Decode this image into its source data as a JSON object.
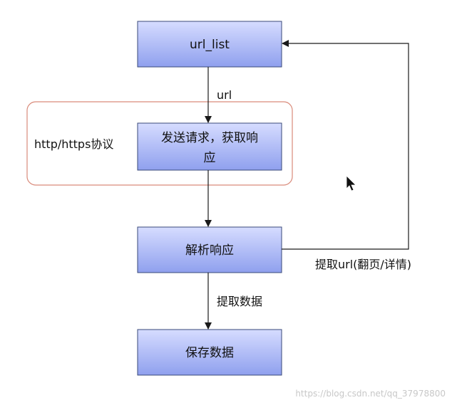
{
  "diagram": {
    "nodes": {
      "url_list": "url_list",
      "send_request_line1": "发送请求，获取响",
      "send_request_line2": "应",
      "parse_response": "解析响应",
      "save_data": "保存数据"
    },
    "edge_labels": {
      "url": "url",
      "extract_data": "提取数据",
      "extract_url": "提取url(翻页/详情)"
    },
    "group_label": "http/https协议"
  },
  "watermark": "https://blog.csdn.net/qq_37978800",
  "colors": {
    "box_fill_top": "#d6dcff",
    "box_fill_bottom": "#8fa0ee",
    "box_border": "#3a4a7a",
    "group_border": "#d98a7a",
    "arrow": "#1a1a1a"
  }
}
